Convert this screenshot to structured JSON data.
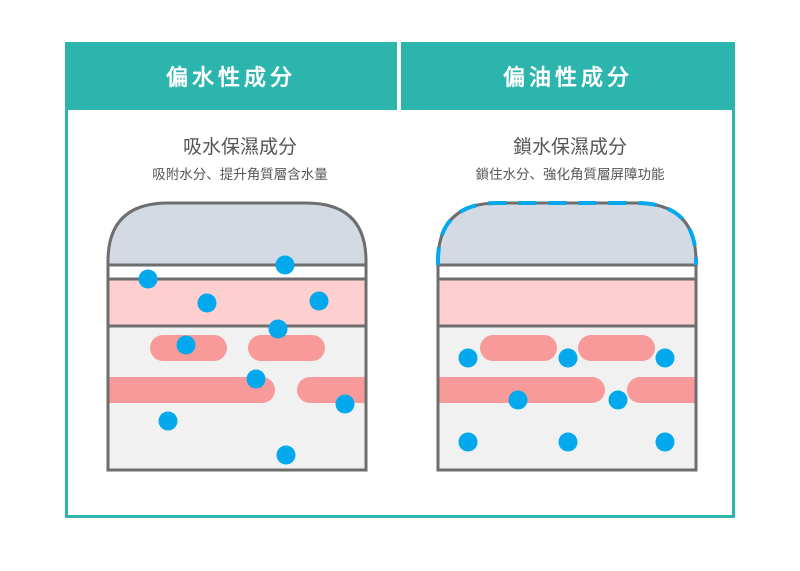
{
  "colors": {
    "accent": "#2bb5ad",
    "dome": "#d4dae3",
    "outline": "#6e6e6e",
    "pink_layer": "#fdcfcf",
    "cell": "#f99a9a",
    "matrix": "#f1f1f1",
    "water_dot": "#03a9ec"
  },
  "panels": [
    {
      "header": "偏水性成分",
      "title": "吸水保濕成分",
      "subtitle": "吸附水分、提升角質層含水量",
      "barrier_dashed": false,
      "dots_placement": "scattered"
    },
    {
      "header": "偏油性成分",
      "title": "鎖水保濕成分",
      "subtitle": "鎖住水分、強化角質層屏障功能",
      "barrier_dashed": true,
      "dots_placement": "inside-cells"
    }
  ]
}
